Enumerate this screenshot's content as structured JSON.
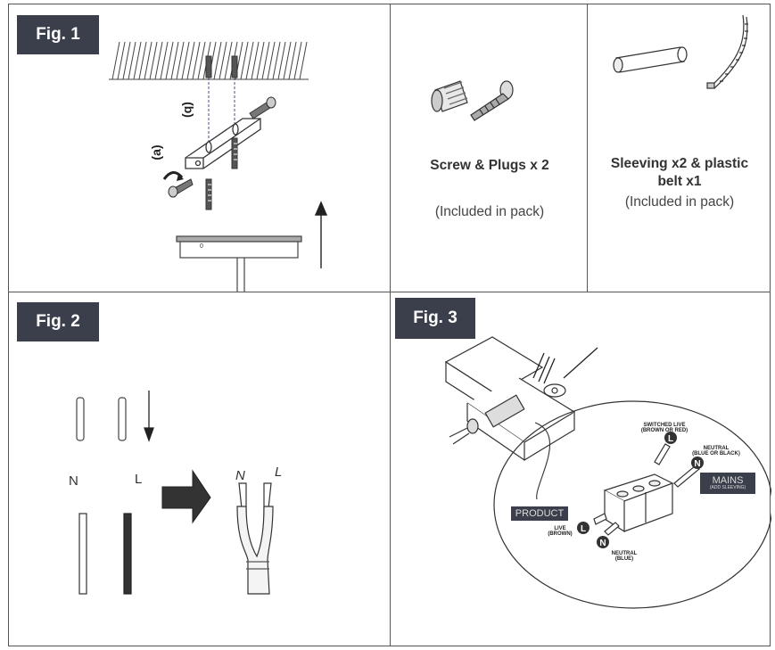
{
  "fig1": {
    "label": "Fig. 1",
    "a_label": "(a)",
    "b_label": "(b)",
    "canopy_mark": "0"
  },
  "pack_screws": {
    "title": "Screw & Plugs x 2",
    "note": "(Included in pack)"
  },
  "pack_sleeving": {
    "title_line1": "Sleeving x2 & plastic",
    "title_line2": "belt x1",
    "note": "(Included in pack)"
  },
  "fig2": {
    "label": "Fig. 2",
    "neutral_label": "N",
    "live_label": "L",
    "neutral_label_after": "N",
    "live_label_after": "L"
  },
  "fig3": {
    "label": "Fig. 3",
    "switched_live_1": "SWITCHED LIVE",
    "switched_live_2": "(BROWN OR RED)",
    "neutral_mains_1": "NEUTRAL",
    "neutral_mains_2": "(BLUE OR BLACK)",
    "mains_title": "MAINS",
    "mains_sub": "(ADD SLEEVING)",
    "product_title": "PRODUCT",
    "live_1": "LIVE",
    "live_2": "(BROWN)",
    "neutral_prod_1": "NEUTRAL",
    "neutral_prod_2": "(BLUE)",
    "badge_l": "L",
    "badge_n": "N"
  }
}
